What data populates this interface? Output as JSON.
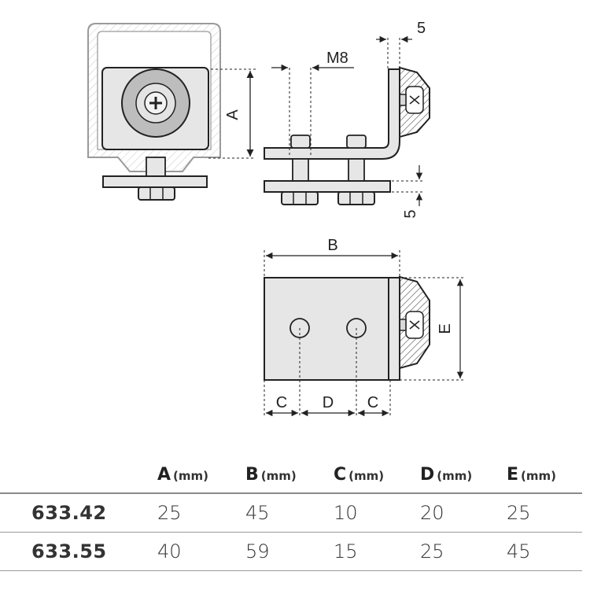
{
  "drawing": {
    "dim_labels": {
      "A": "A",
      "M8": "M8",
      "five_top": "5",
      "five_side": "5",
      "B": "B",
      "C_left": "C",
      "D": "D",
      "C_right": "C",
      "E": "E"
    }
  },
  "table": {
    "unit": "(mm)",
    "columns": [
      "A",
      "B",
      "C",
      "D",
      "E"
    ],
    "rows": [
      {
        "code": "633.42",
        "values": [
          "25",
          "45",
          "10",
          "20",
          "25"
        ]
      },
      {
        "code": "633.55",
        "values": [
          "40",
          "59",
          "15",
          "25",
          "45"
        ]
      }
    ]
  }
}
